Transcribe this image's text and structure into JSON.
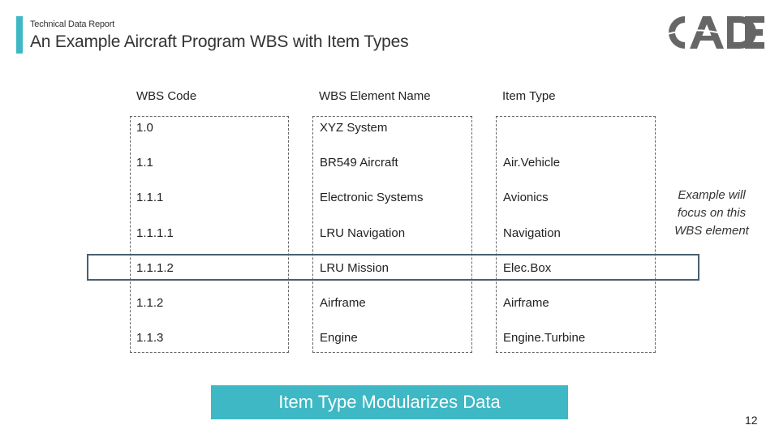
{
  "header": {
    "subtitle": "Technical Data Report",
    "title": "An Example Aircraft Program WBS with Item Types"
  },
  "logo": {
    "text": "CADE",
    "color": "#666666"
  },
  "table": {
    "headers": [
      "WBS Code",
      "WBS Element Name",
      "Item Type"
    ],
    "rows": [
      {
        "code": "1.0",
        "name": "XYZ System",
        "type": ""
      },
      {
        "code": "1.1",
        "name": "BR549 Aircraft",
        "type": "Air.Vehicle"
      },
      {
        "code": "1.1.1",
        "name": "Electronic Systems",
        "type": "Avionics"
      },
      {
        "code": "1.1.1.1",
        "name": "LRU Navigation",
        "type": "Navigation"
      },
      {
        "code": "1.1.1.2",
        "name": "LRU Mission",
        "type": "Elec.Box"
      },
      {
        "code": "1.1.2",
        "name": "Airframe",
        "type": "Airframe"
      },
      {
        "code": "1.1.3",
        "name": "Engine",
        "type": "Engine.Turbine"
      }
    ]
  },
  "callout": "Example will focus on this WBS element",
  "banner": "Item Type Modularizes Data",
  "page_number": "12",
  "colors": {
    "accent": "#3db8c4",
    "highlight_border": "#4a5f6e"
  }
}
